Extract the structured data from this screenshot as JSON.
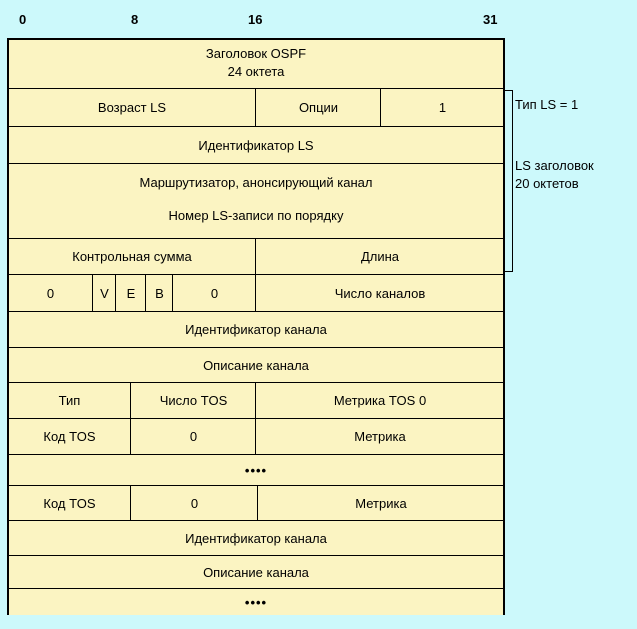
{
  "ruler": [
    "0",
    "8",
    "16",
    "31"
  ],
  "header": {
    "line1": "Заголовок OSPF",
    "line2": "24 октета"
  },
  "row_age": {
    "age": "Возраст LS",
    "options": "Опции",
    "type_value": "1"
  },
  "ls_id": "Идентификатор LS",
  "adv_router": "Маршрутизатор, анонсирующий канал",
  "seq_num": "Номер LS-записи по порядку",
  "row_checksum": {
    "checksum": "Контрольная сумма",
    "length": "Длина"
  },
  "row_flags": {
    "zero1": "0",
    "v": "V",
    "e": "E",
    "b": "B",
    "zero2": "0",
    "links": "Число каналов"
  },
  "link_id_1": "Идентификатор канала",
  "link_data_1": "Описание канала",
  "row_type": {
    "type": "Тип",
    "tos_count": "Число TOS",
    "metric0": "Метрика  TOS 0"
  },
  "row_tos_a": {
    "tos": "Код TOS",
    "zero": "0",
    "metric": "Метрика"
  },
  "dots": "••••",
  "row_tos_b": {
    "tos": "Код TOS",
    "zero": "0",
    "metric": "Метрика"
  },
  "link_id_2": "Идентификатор канала",
  "link_data_2": "Описание канала",
  "dots_end": "••••",
  "side": {
    "type_ls": "Тип LS = 1",
    "ls_header_1": "LS заголовок",
    "ls_header_2": "20 октетов"
  }
}
